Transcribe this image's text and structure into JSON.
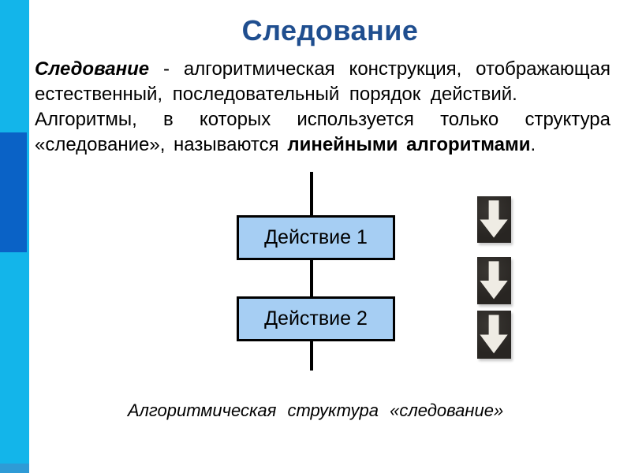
{
  "colors": {
    "title": "#1f4e8f",
    "strip-light": "#13b5ea",
    "strip-dark": "#0a62c6",
    "strip-bottom": "#2e9bd6",
    "box-fill": "#a6cef3",
    "box-border": "#000000",
    "arrow-fg": "#efece4",
    "text": "#000000"
  },
  "header": {
    "title": "Следование"
  },
  "body": {
    "paragraph1": {
      "line1": {
        "lead": "Следование",
        "rest": " - алгоритмическая конструкция, отображающая"
      },
      "line2": "естественный, последовательный порядок действий."
    },
    "paragraph2": {
      "line1": "Алгоритмы, в которых используется только структура",
      "line2": {
        "pre": "«следование», называются ",
        "bold": "линейными алгоритмами",
        "post": "."
      }
    }
  },
  "flowchart": {
    "boxes": [
      {
        "label": "Действие 1"
      },
      {
        "label": "Действие 2"
      }
    ],
    "caption": "Алгоритмическая структура «следование»"
  },
  "icons": {
    "arrow": "down-arrow-icon",
    "arrow_count": 3
  }
}
